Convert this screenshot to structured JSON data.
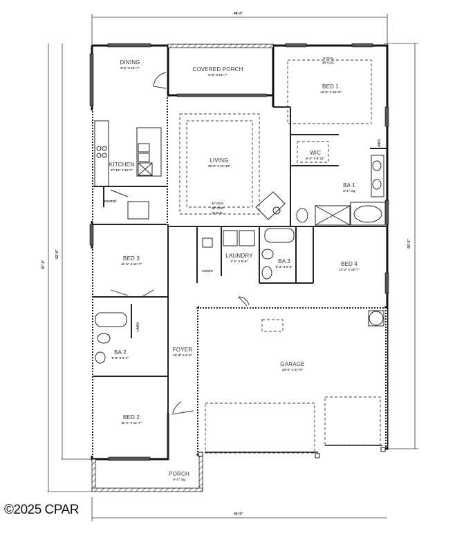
{
  "plan": {
    "overall_dimensions": {
      "top_width": "44'-0\"",
      "bottom_width": "44'-0\"",
      "left_outer_depth": "67'-0\"",
      "left_inner_depth": "62'-0\"",
      "right_depth": "60'-0\""
    },
    "rooms": [
      {
        "id": "dining",
        "name": "DINING",
        "dims": "8'-6\" X 10'-7\""
      },
      {
        "id": "covered-porch",
        "name": "COVERED PORCH",
        "dims": "8'-6\" X 15'-7\""
      },
      {
        "id": "bed1",
        "name": "BED 1",
        "dims": "13'-0\" X 16'-3\"",
        "ceiling_notes": [
          "9' CLG.",
          "10' CLG."
        ]
      },
      {
        "id": "kitchen",
        "name": "KITCHEN",
        "dims": "17'-10\" X 10'-7\""
      },
      {
        "id": "living",
        "name": "LIVING",
        "dims": "18'-8\" X 15'-10\"",
        "ceiling_notes": [
          "11' CLG.",
          "10' CLG.",
          "9' CLG."
        ]
      },
      {
        "id": "wic",
        "name": "WIC",
        "dims": "6'-2\" X 6'-11\""
      },
      {
        "id": "ba1",
        "name": "BA 1",
        "dims": "8'-1\" clg"
      },
      {
        "id": "bed3",
        "name": "BED 3",
        "dims": "11'-6\" X 10'-7\""
      },
      {
        "id": "laundry",
        "name": "LAUNDRY",
        "dims": "7'-1\" X 5'-6\""
      },
      {
        "id": "ba3",
        "name": "BA 3",
        "dims": "6'-3\" X 5'-6\""
      },
      {
        "id": "bed4",
        "name": "BED 4",
        "dims": "12'-1\" X 10'-7\""
      },
      {
        "id": "ba2",
        "name": "BA 2",
        "dims": "8'-6\" X 5'-1\""
      },
      {
        "id": "foyer",
        "name": "FOYER",
        "dims": "15'-4\" X 4'-5\""
      },
      {
        "id": "garage",
        "name": "GARAGE",
        "dims": "20'-0\" X 27'-9\""
      },
      {
        "id": "bed2",
        "name": "BED 2",
        "dims": "11'-6\" X 10'-7\""
      },
      {
        "id": "porch",
        "name": "PORCH",
        "dims": "9'-1\" clg"
      }
    ],
    "small_labels": {
      "pantry": "PANTRY",
      "coats": "COATS",
      "linen_bed1": "LINEN",
      "linen_ba2": "LINEN"
    },
    "copyright": "©2025 CPAR"
  }
}
